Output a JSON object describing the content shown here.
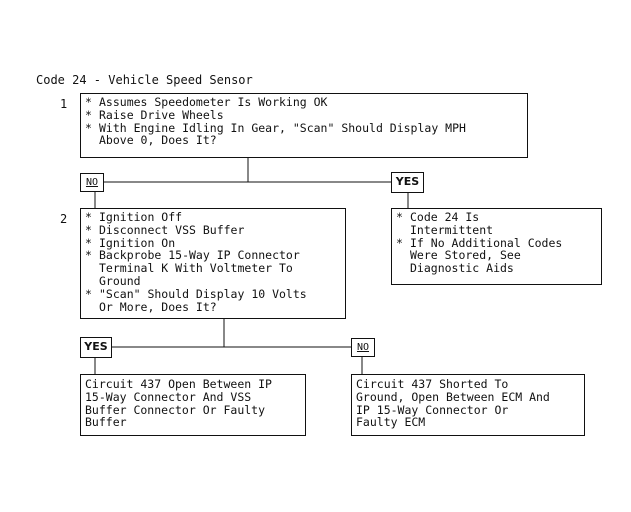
{
  "title": "Code 24 - Vehicle Speed Sensor",
  "steps": [
    {
      "number": "1",
      "items": [
        [
          "Assumes Speedometer Is Working OK"
        ],
        [
          "Raise Drive Wheels"
        ],
        [
          "With Engine Idling In Gear, \"Scan\" Should Display MPH",
          "Above 0, Does It?"
        ]
      ]
    },
    {
      "number": "2",
      "items": [
        [
          "Ignition Off"
        ],
        [
          "Disconnect VSS Buffer"
        ],
        [
          "Ignition On"
        ],
        [
          "Backprobe 15-Way IP Connector",
          "Terminal K With Voltmeter To",
          "Ground"
        ],
        [
          "\"Scan\" Should Display 10 Volts",
          "Or More, Does It?"
        ]
      ]
    }
  ],
  "results": {
    "step1_yes": {
      "items": [
        [
          "Code 24 Is",
          "Intermittent"
        ],
        [
          "If No Additional Codes",
          "Were Stored, See",
          "Diagnostic Aids"
        ]
      ]
    },
    "step2_yes": {
      "lines": [
        "Circuit 437 Open Between IP",
        "15-Way Connector And VSS",
        "Buffer Connector Or Faulty",
        "Buffer"
      ]
    },
    "step2_no": {
      "lines": [
        "Circuit 437 Shorted To",
        "Ground, Open Between ECM And",
        "IP 15-Way Connector Or",
        "Faulty ECM"
      ]
    }
  },
  "labels": {
    "yes": "YES",
    "no": "NO",
    "bullet": "*"
  }
}
